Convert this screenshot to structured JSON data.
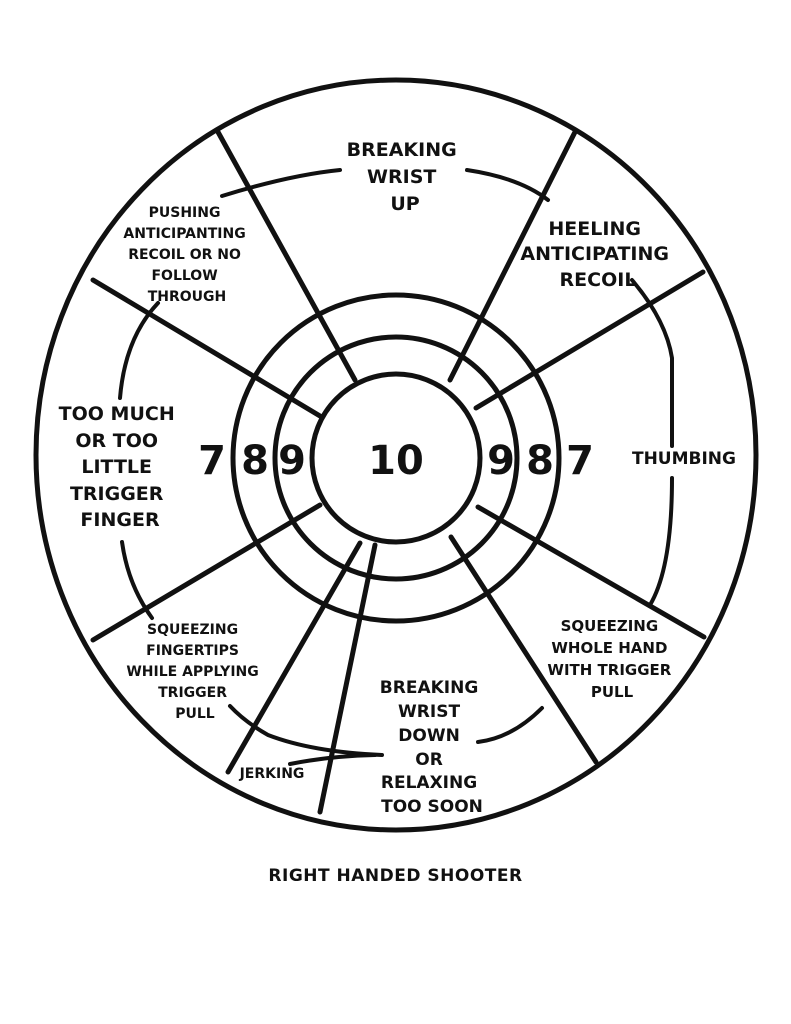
{
  "ring_numbers": {
    "left": [
      "7",
      "8",
      "9"
    ],
    "center": "10",
    "right": [
      "9",
      "8",
      "7"
    ]
  },
  "sectors": [
    {
      "id": "breaking-wrist-up",
      "lines": [
        "BREAKING",
        "WRIST",
        "UP"
      ]
    },
    {
      "id": "heeling",
      "lines": [
        "HEELING",
        "ANTICIPATING",
        "RECOIL"
      ]
    },
    {
      "id": "thumbing",
      "lines": [
        "THUMBING"
      ]
    },
    {
      "id": "squeezing-whole-hand",
      "lines": [
        "SQUEEZING",
        "WHOLE HAND",
        "WITH TRIGGER",
        "PULL"
      ]
    },
    {
      "id": "breaking-wrist-down",
      "lines": [
        "BREAKING",
        "WRIST",
        "DOWN",
        "OR",
        "RELAXING",
        "TOO SOON"
      ]
    },
    {
      "id": "jerking",
      "lines": [
        "JERKING"
      ]
    },
    {
      "id": "squeezing-fingertips",
      "lines": [
        "SQUEEZING",
        "FINGERTIPS",
        "WHILE APPLYING",
        "TRIGGER",
        "PULL"
      ]
    },
    {
      "id": "trigger-finger",
      "lines": [
        "TOO MUCH",
        "OR TOO",
        "LITTLE",
        "TRIGGER",
        "FINGER"
      ]
    },
    {
      "id": "pushing",
      "lines": [
        "PUSHING",
        "ANTICIPANTING",
        "RECOIL OR NO",
        "FOLLOW",
        "THROUGH"
      ]
    }
  ],
  "caption": "RIGHT HANDED SHOOTER",
  "colors": {
    "ink": "#111111",
    "background": "#ffffff"
  }
}
